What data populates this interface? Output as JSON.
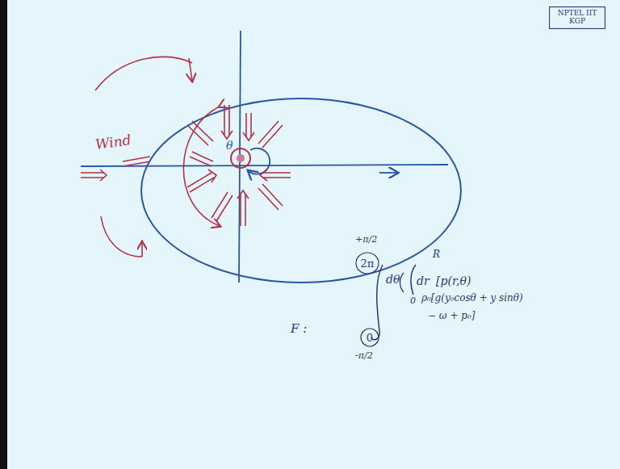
{
  "diagram": {
    "nodes": [
      {
        "text": [
          "NPTEL IIT KGP"
        ]
      },
      {
        "text": [
          "2π"
        ]
      },
      {
        "text": [
          "0"
        ]
      }
    ],
    "labels": [
      "Wind",
      "θ",
      "+π/2",
      "-π/2",
      "F :",
      "dθ",
      "R",
      "dr",
      "[p(r,θ)",
      "0",
      "ρ₀[g(y₀cosθ + y sinθ)",
      "− ω + p₀]"
    ]
  }
}
